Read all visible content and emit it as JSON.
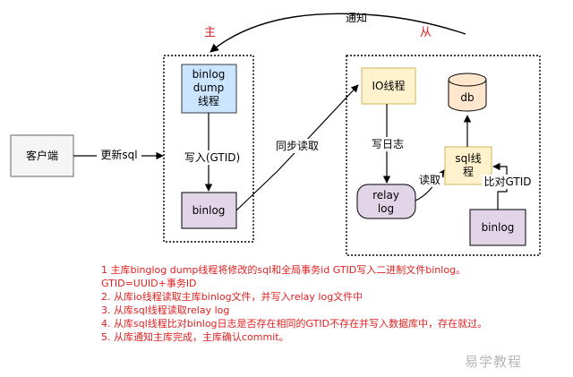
{
  "labels": {
    "master": "主",
    "slave": "从",
    "notify": "通知",
    "client": "客户端",
    "update_sql": "更新sql",
    "master_dump_line1": "binlog",
    "master_dump_line2": "dump",
    "master_dump_line3": "线程",
    "write_gtid": "写入(GTID)",
    "master_binlog": "binlog",
    "sync_read": "同步读取",
    "io_thread": "IO线程",
    "db": "db",
    "write_log": "写日志",
    "relay_log_line1": "relay",
    "relay_log_line2": "log",
    "read": "读取",
    "sql_thread_line1": "sql线",
    "sql_thread_line2": "程",
    "compare_gtid": "比对GTID",
    "slave_binlog": "binlog"
  },
  "notes": [
    "1 主库binglog dump线程将修改的sql和全局事务id GTID写入二进制文件binlog。GTID=UUID+事务ID",
    "2. 从库io线程读取主库binlog文件，并写入relay log文件中",
    "3. 从库sql线程读取relay log",
    "4. 从库sql线程比对binlog日志是否存在相同的GTID不存在并写入数据库中，存在就过。",
    "5. 从库通知主库完成，主库确认commit。"
  ],
  "watermark": "易学教程",
  "colors": {
    "dump_fill": "#cce5ff",
    "binlog_fill": "#e1d5e7",
    "thread_fill": "#fff2cc",
    "client_fill": "#f5f5f5",
    "note_text": "#e02020"
  }
}
